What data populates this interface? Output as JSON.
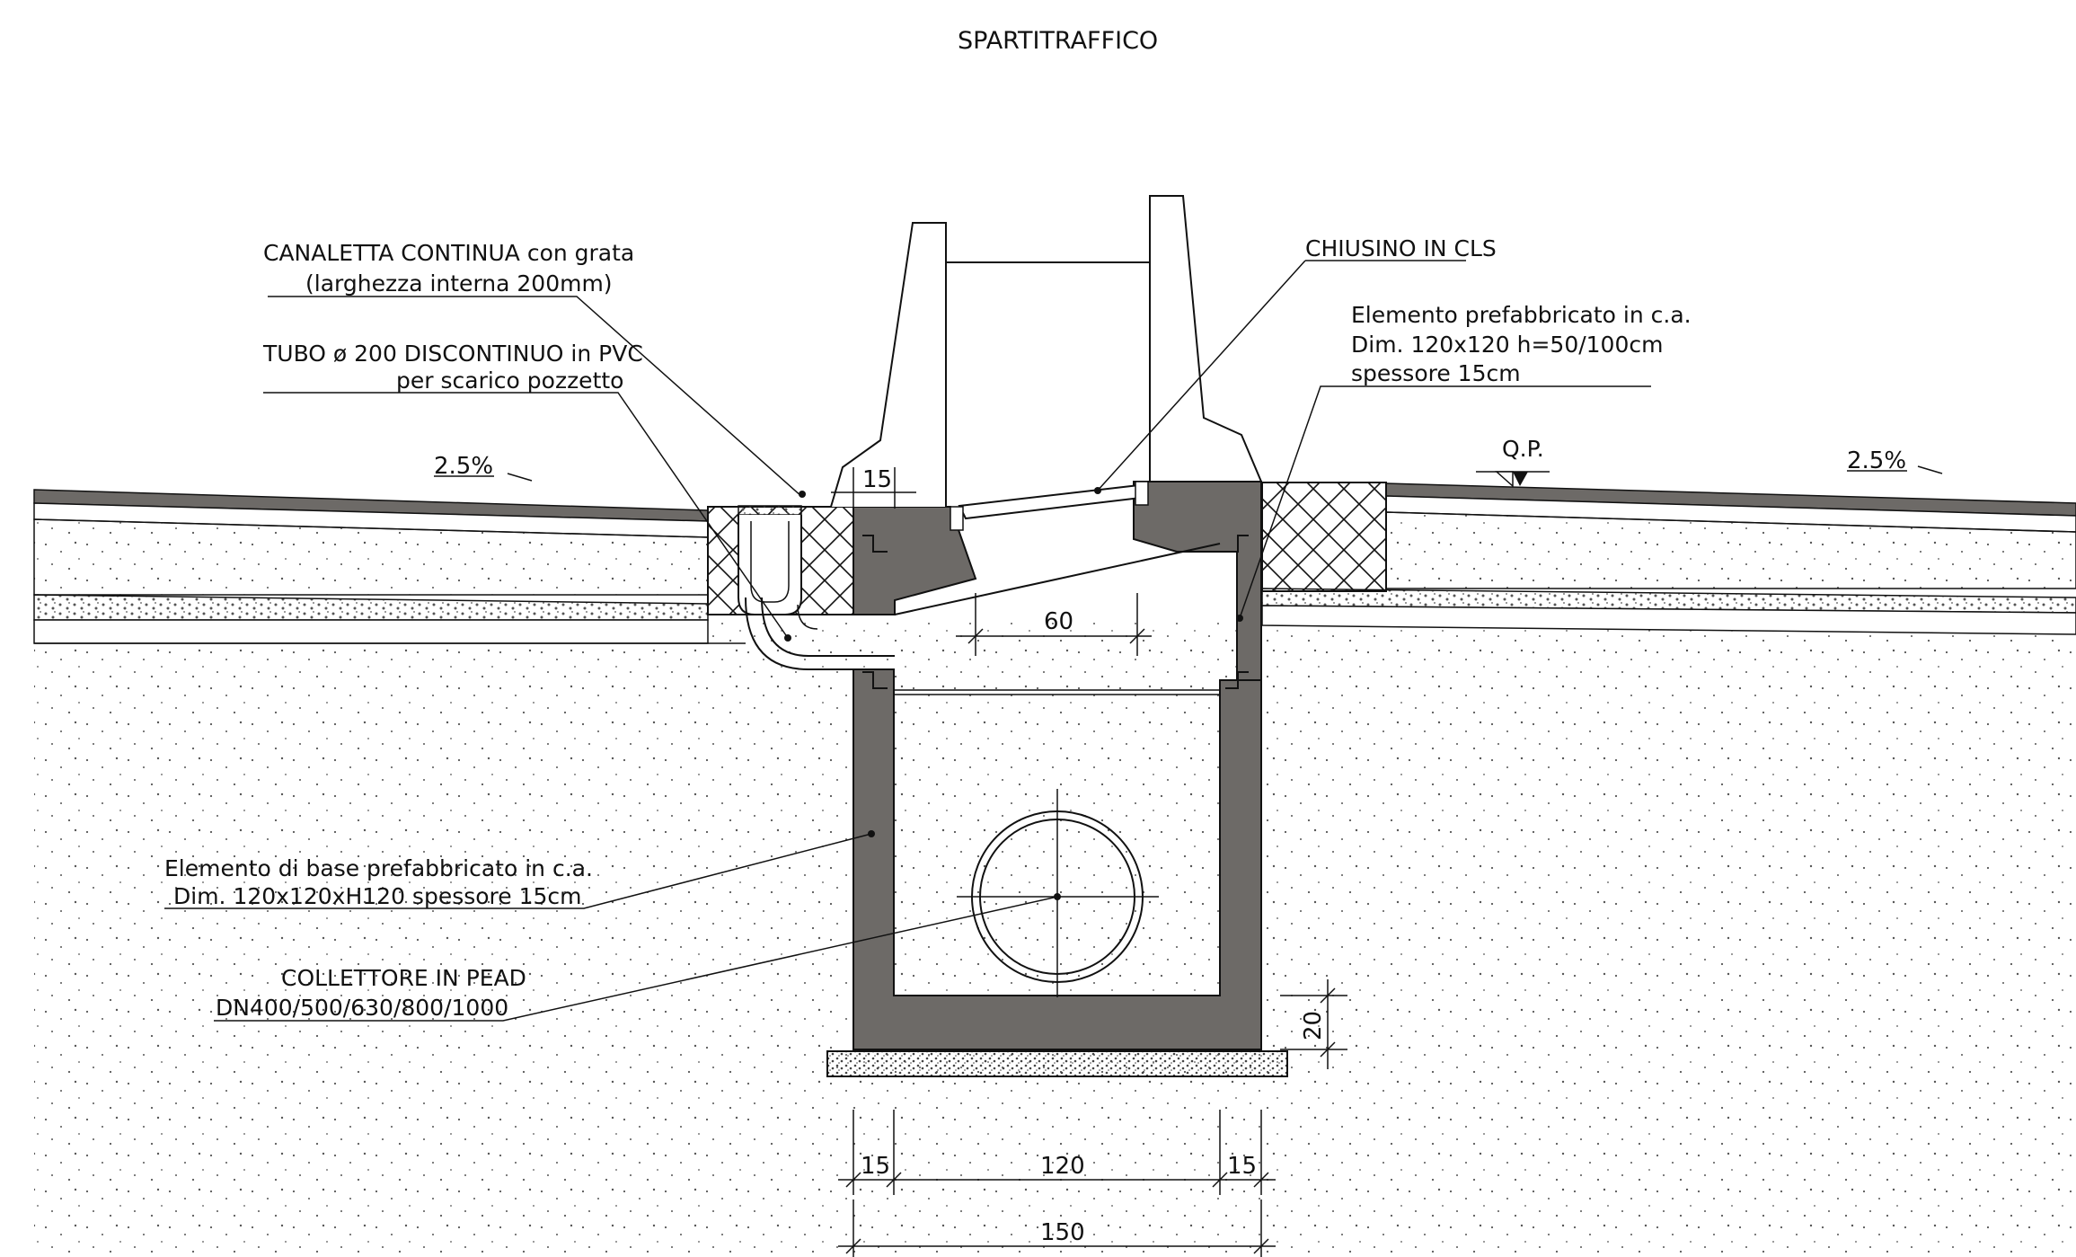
{
  "title": "SPARTITRAFFICO",
  "labels": {
    "canaletta_1": "CANALETTA CONTINUA con grata",
    "canaletta_2": "(larghezza interna 200mm)",
    "tubo_1": "TUBO ø 200 DISCONTINUO in PVC",
    "tubo_2": "per scarico pozzetto",
    "chiusino": "CHIUSINO IN CLS",
    "elem_pref_1": "Elemento prefabbricato in c.a.",
    "elem_pref_2": "Dim. 120x120 h=50/100cm",
    "elem_pref_3": "spessore 15cm",
    "base_1": "Elemento di base prefabbricato in c.a.",
    "base_2": "Dim. 120x120xH120 spessore 15cm",
    "collettore_1": "COLLETTORE IN PEAD",
    "collettore_2": "DN400/500/630/800/1000",
    "qp": "Q.P.",
    "slope_left": "2.5%",
    "slope_right": "2.5%"
  },
  "dimensions": {
    "d15_top": "15",
    "d60": "60",
    "d20": "20",
    "d15_left": "15",
    "d120": "120",
    "d15_right": "15",
    "d150": "150"
  },
  "colors": {
    "concrete": "#6d6a67",
    "ink": "#111111",
    "ground": "#ffffff"
  }
}
